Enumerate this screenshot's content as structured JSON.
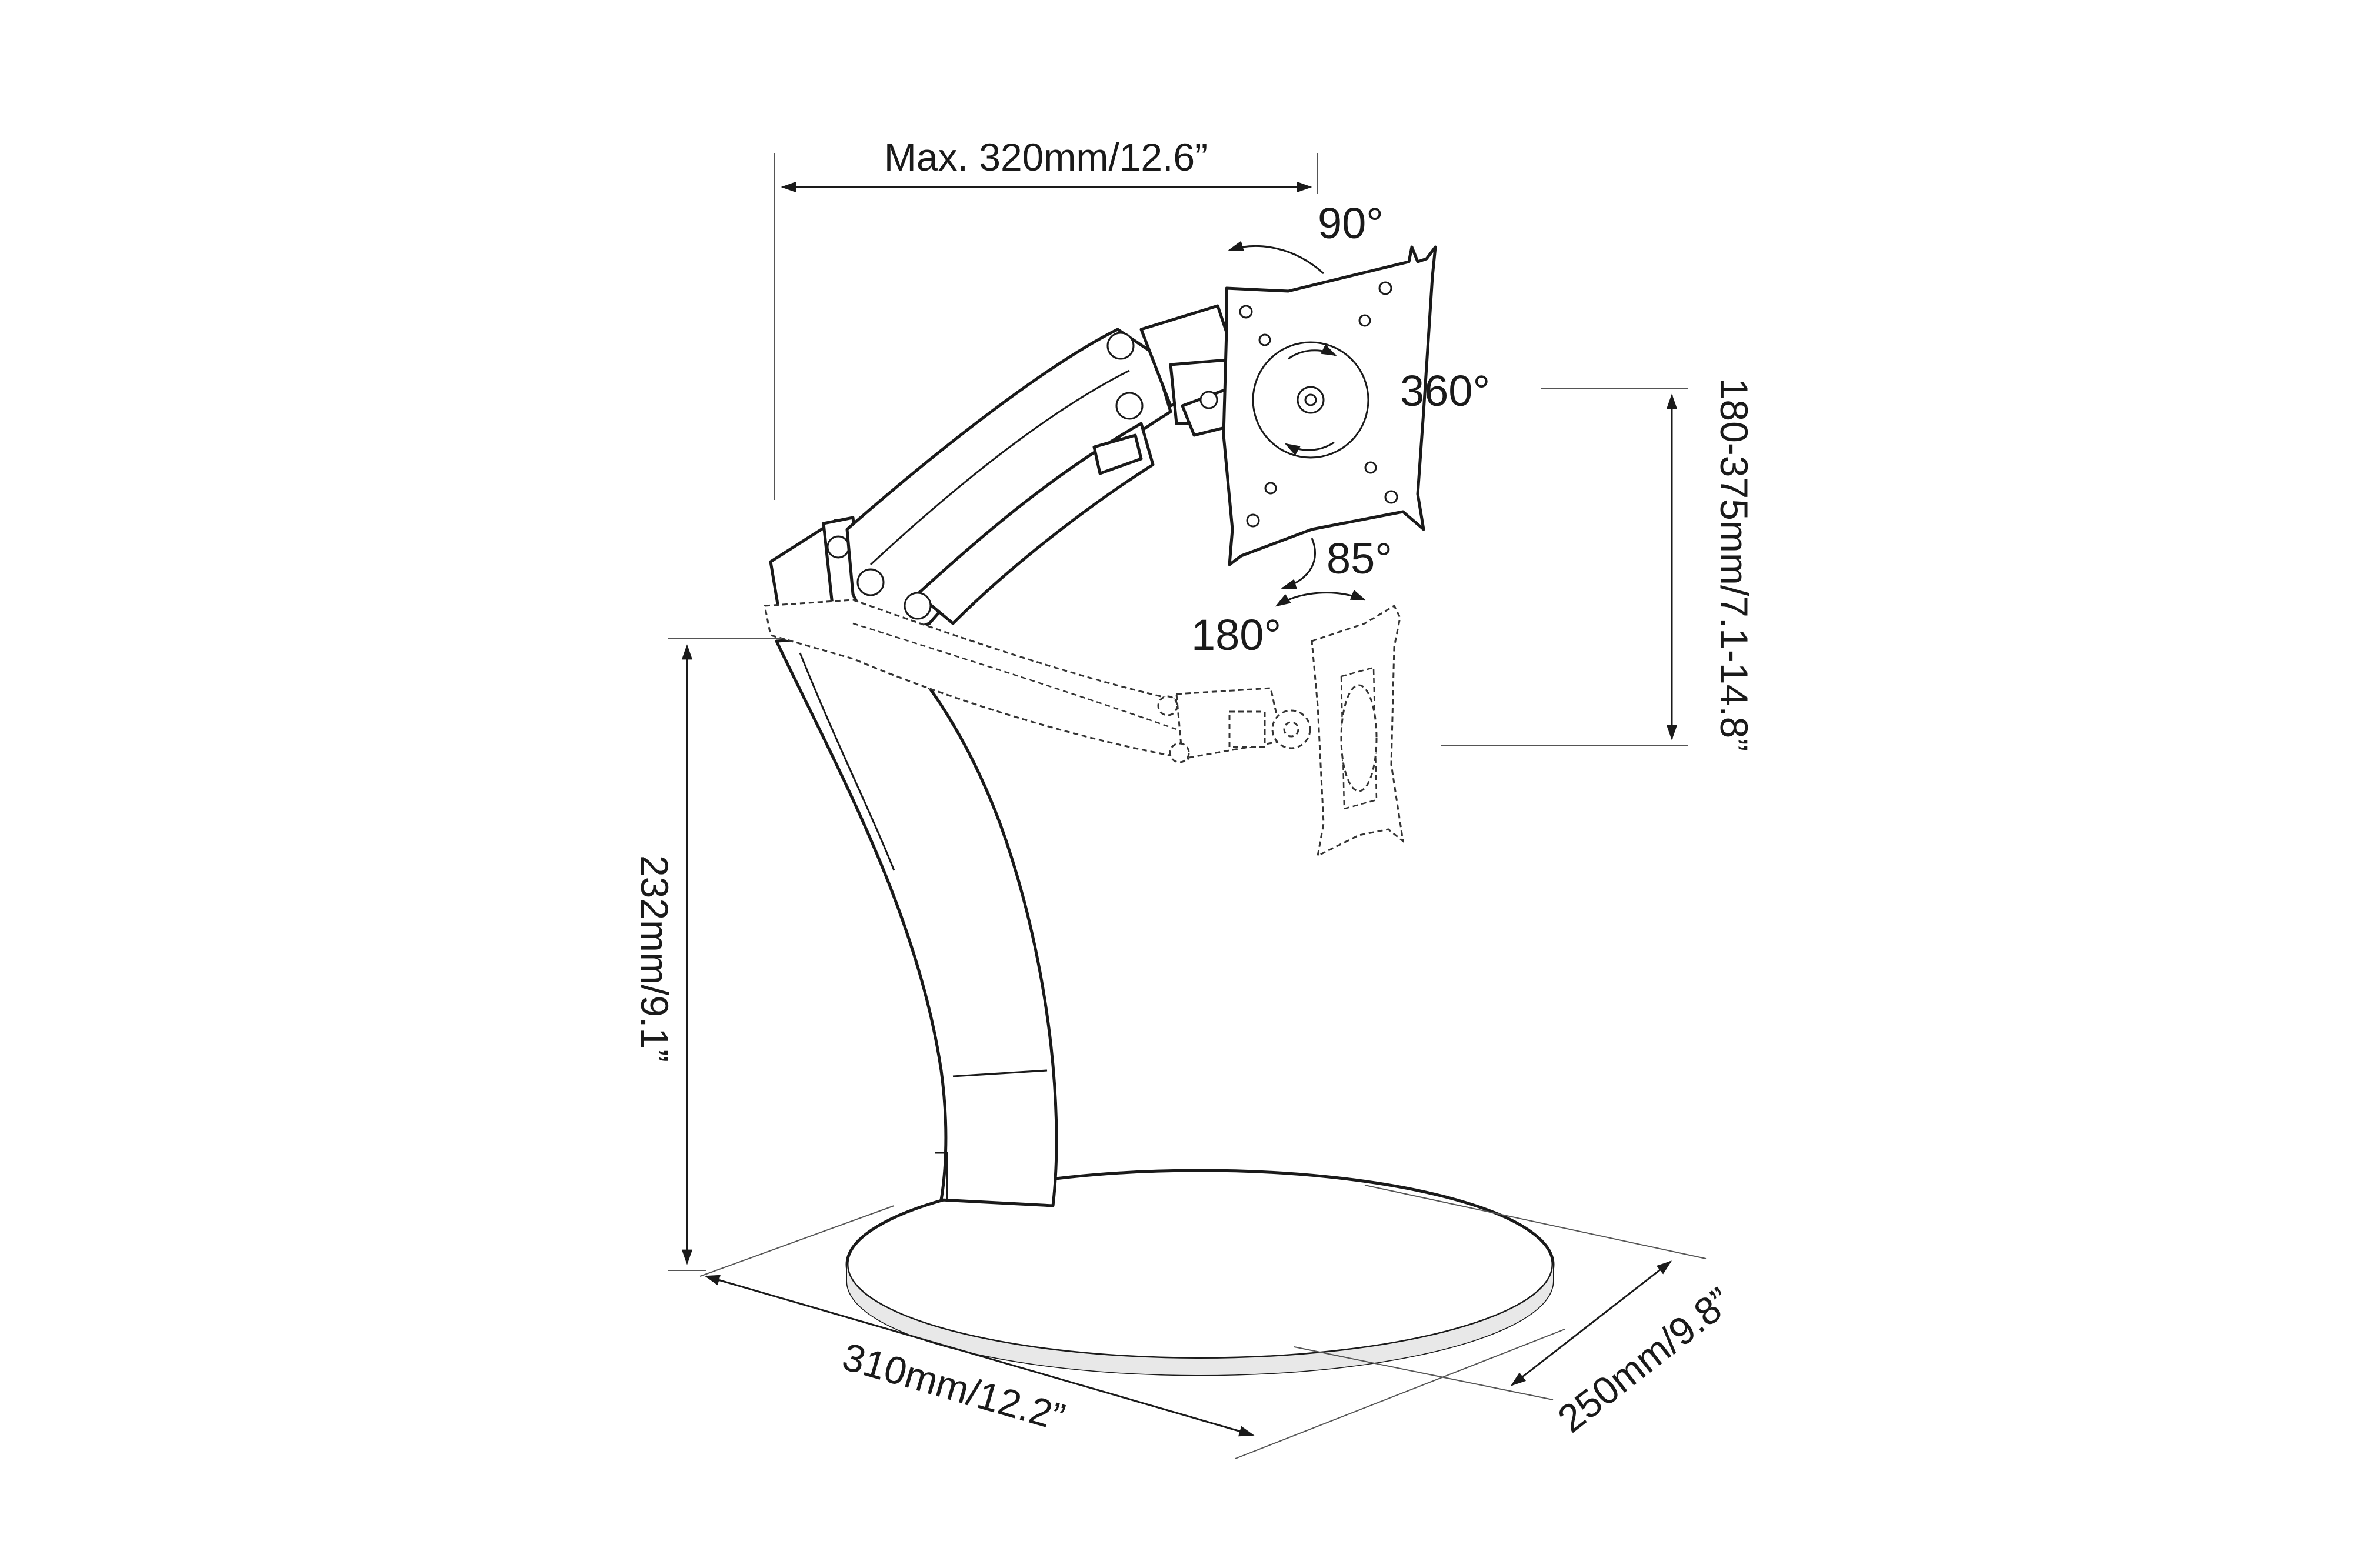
{
  "dimensions": {
    "max_reach": "Max. 320mm/12.6”",
    "height_range": "180-375mm/7.1-14.8”",
    "pole_height": "232mm/9.1”",
    "base_width": "310mm/12.2”",
    "base_depth": "250mm/9.8”"
  },
  "angles": {
    "rotation_top": "90°",
    "rotation": "360°",
    "tilt": "85°",
    "swivel": "180°"
  },
  "colors": {
    "line": "#1a1a1a",
    "background": "#ffffff"
  }
}
